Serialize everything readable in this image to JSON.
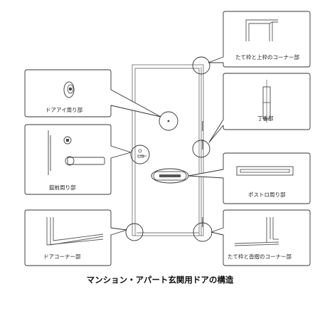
{
  "diagram": {
    "callouts": {
      "top_right_corner": "たて枠と上枠のコーナー部",
      "peephole": "ドアアイ周り部",
      "hinge": "丁番部",
      "lock": "錠前周り部",
      "mail_slot": "ポストロ周り部",
      "bottom_left_corner": "ドアコーナー部",
      "bottom_right_corner": "たて枠と沓摺のコーナー部"
    },
    "caption": "マンション・アパート玄関用ドアの構造"
  }
}
